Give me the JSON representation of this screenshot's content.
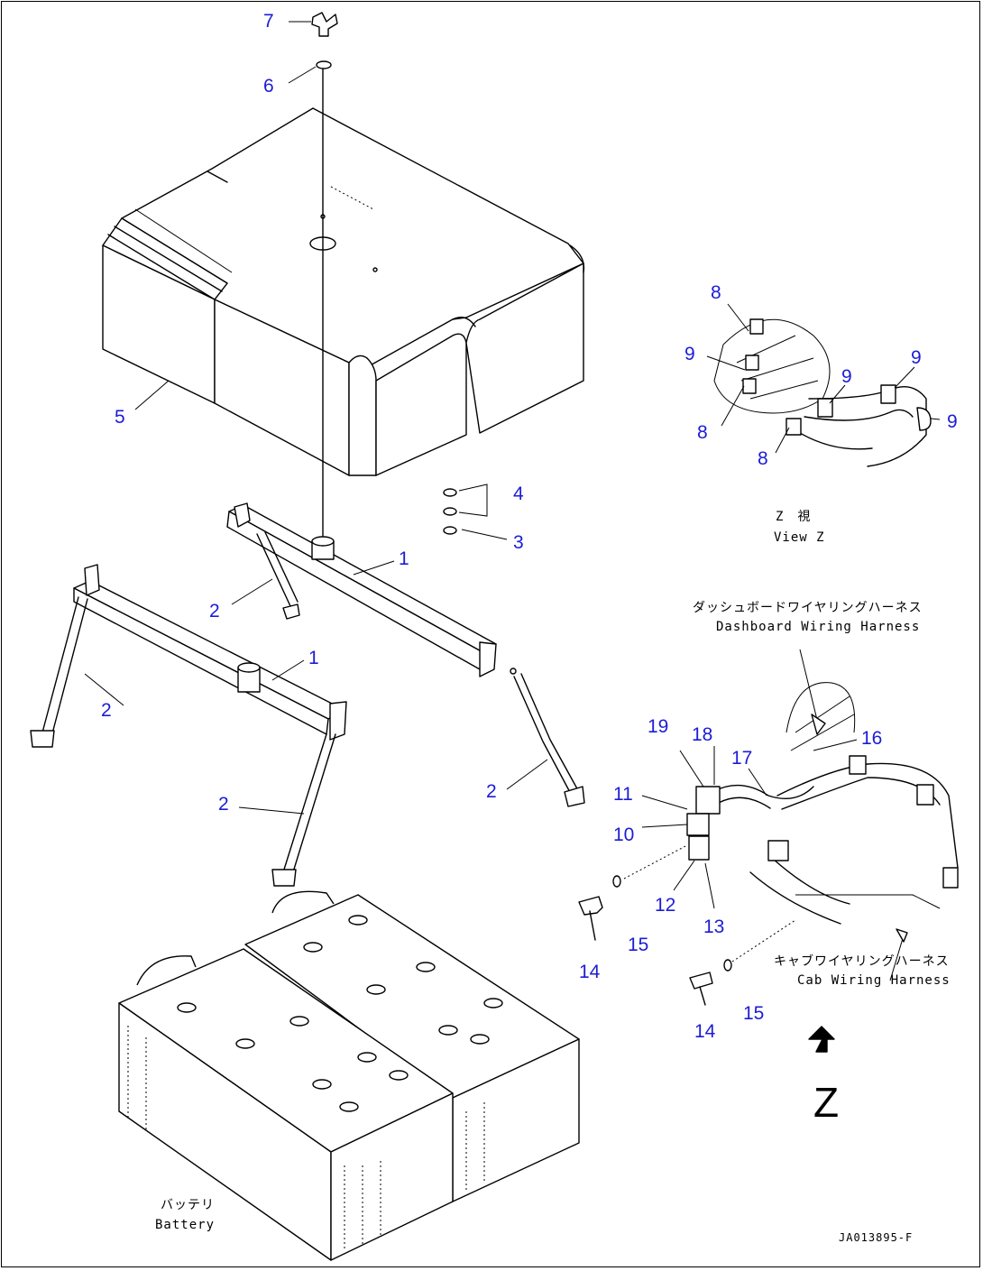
{
  "callouts": [
    {
      "id": "c7",
      "text": "7"
    },
    {
      "id": "c6",
      "text": "6"
    },
    {
      "id": "c5",
      "text": "5"
    },
    {
      "id": "c4",
      "text": "4"
    },
    {
      "id": "c3",
      "text": "3"
    },
    {
      "id": "c1a",
      "text": "1"
    },
    {
      "id": "c1b",
      "text": "1"
    },
    {
      "id": "c2a",
      "text": "2"
    },
    {
      "id": "c2b",
      "text": "2"
    },
    {
      "id": "c2c",
      "text": "2"
    },
    {
      "id": "c2d",
      "text": "2"
    },
    {
      "id": "c8a",
      "text": "8"
    },
    {
      "id": "c8b",
      "text": "8"
    },
    {
      "id": "c8c",
      "text": "8"
    },
    {
      "id": "c9a",
      "text": "9"
    },
    {
      "id": "c9b",
      "text": "9"
    },
    {
      "id": "c9c",
      "text": "9"
    },
    {
      "id": "c9d",
      "text": "9"
    },
    {
      "id": "c19",
      "text": "19"
    },
    {
      "id": "c18",
      "text": "18"
    },
    {
      "id": "c17",
      "text": "17"
    },
    {
      "id": "c16",
      "text": "16"
    },
    {
      "id": "c11",
      "text": "11"
    },
    {
      "id": "c10",
      "text": "10"
    },
    {
      "id": "c12",
      "text": "12"
    },
    {
      "id": "c13",
      "text": "13"
    },
    {
      "id": "c14a",
      "text": "14"
    },
    {
      "id": "c15a",
      "text": "15"
    },
    {
      "id": "c14b",
      "text": "14"
    },
    {
      "id": "c15b",
      "text": "15"
    }
  ],
  "labels": {
    "view_z_jp": "Z　視",
    "view_z_en": "View Z",
    "dashboard_jp": "ダッシュボードワイヤリングハーネス",
    "dashboard_en": "Dashboard Wiring Harness",
    "cab_jp": "キャブワイヤリングハーネス",
    "cab_en": "Cab Wiring Harness",
    "battery_jp": "バッテリ",
    "battery_en": "Battery",
    "z_marker": "Z",
    "drawing_code": "JA013895-F"
  },
  "colors": {
    "callout": "#1c1cd6",
    "line": "#000000"
  }
}
